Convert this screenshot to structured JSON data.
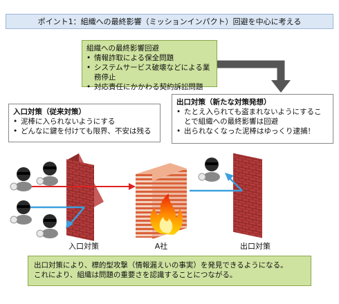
{
  "title": "ポイント1：組織への最終影響（ミッションインパクト）回避を中心に考える",
  "top_box": {
    "heading": "組織への最終影響回避",
    "items": [
      "情報詐取による保全問題",
      "システムサービス破壊などによる業務停止",
      "対応責任にかかわる契約訴訟問題"
    ]
  },
  "left_box": {
    "heading": "入口対策（従来対策）",
    "items": [
      "泥棒に入られないようにする",
      "どんなに鍵を付けても限界、不安は残る"
    ]
  },
  "right_box": {
    "heading": "出口対策（新たな対策発想）",
    "items": [
      "たとえ入られても盗まれないようにすることで組織への最終影響は回避",
      "出られなくなった泥棒はゆっくり逮捕！"
    ]
  },
  "labels": {
    "entrance": "入口対策",
    "company": "A社",
    "exit": "出口対策"
  },
  "bottom_box": {
    "line1": "出口対策により、標的型攻撃（情報漏えいの事実）を発見できるようになる。",
    "line2": "これにより、組織は問題の重要さを認識することにつながる。"
  },
  "colors": {
    "red_arrow": "#e02020",
    "blue_arrow": "#3aa0e0",
    "wall": "#a83232",
    "green_box": "#cfe3a0",
    "title_bar": "#dbe7f5"
  }
}
